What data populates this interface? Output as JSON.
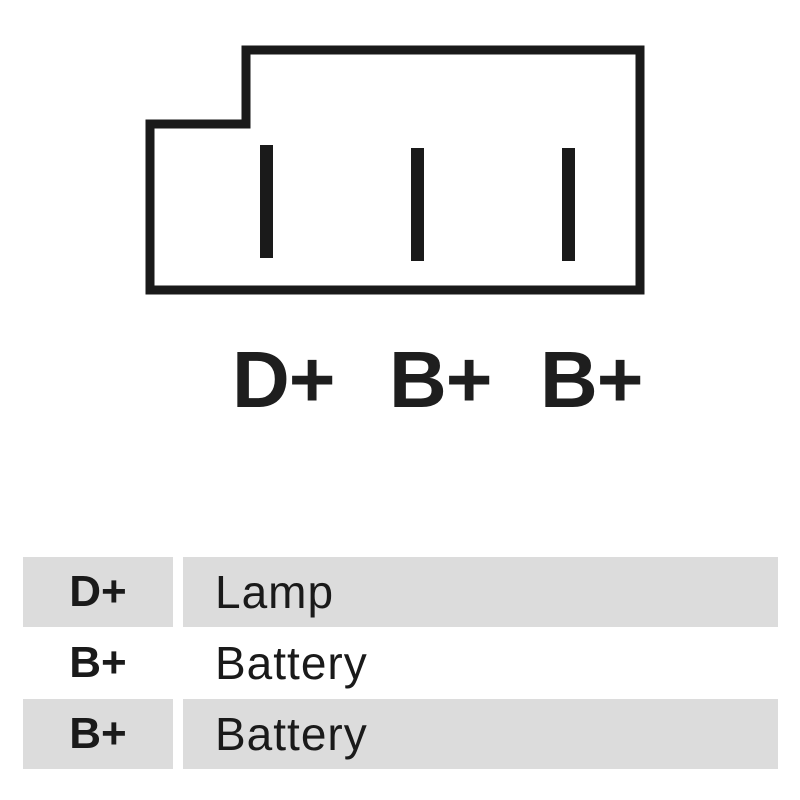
{
  "connector": {
    "terminals": [
      "D+",
      "B+",
      "B+"
    ]
  },
  "pin_table": {
    "rows": [
      {
        "code": "D+",
        "description": "Lamp",
        "shaded": true
      },
      {
        "code": "B+",
        "description": "Battery",
        "shaded": false
      },
      {
        "code": "B+",
        "description": "Battery",
        "shaded": true
      }
    ]
  },
  "colors": {
    "outline": "#1a1a1a",
    "row_shade": "#dcdcdc",
    "background": "#ffffff"
  }
}
